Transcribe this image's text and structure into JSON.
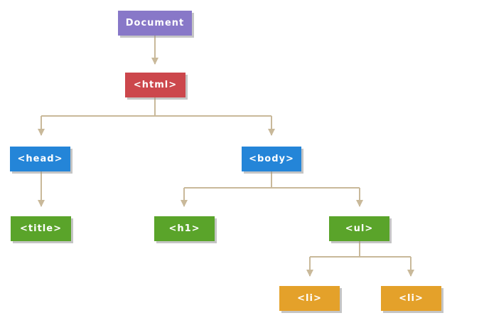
{
  "colors": {
    "connector": "#c9b99a",
    "document": "#8878c8",
    "html": "#cc474c",
    "head_body": "#2485d8",
    "leaf_elements": "#5aa42a",
    "list_items": "#e4a12a"
  },
  "nodes": {
    "document": "Document",
    "html": "<html>",
    "head": "<head>",
    "body": "<body>",
    "title": "<title>",
    "h1": "<h1>",
    "ul": "<ul>",
    "li_1": "<li>",
    "li_2": "<li>"
  }
}
